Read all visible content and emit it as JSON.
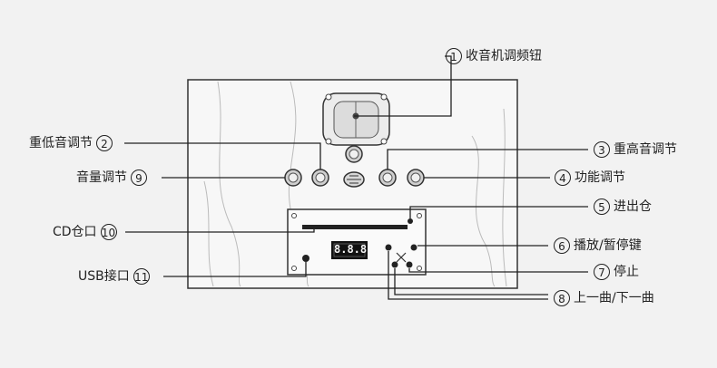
{
  "labels": {
    "l1": {
      "num": "1",
      "text": "收音机调频钮"
    },
    "l2": {
      "num": "2",
      "text": "重低音调节"
    },
    "l3": {
      "num": "3",
      "text": "重高音调节"
    },
    "l4": {
      "num": "4",
      "text": "功能调节"
    },
    "l5": {
      "num": "5",
      "text": "进出仓"
    },
    "l6": {
      "num": "6",
      "text": "播放/暂停键"
    },
    "l7": {
      "num": "7",
      "text": "停止"
    },
    "l8": {
      "num": "8",
      "text": "上一曲/下一曲"
    },
    "l9": {
      "num": "9",
      "text": "音量调节"
    },
    "l10": {
      "num": "10",
      "text": "CD仓口"
    },
    "l11": {
      "num": "11",
      "text": "USB接口"
    }
  },
  "display": {
    "readout": "8.8.8"
  }
}
